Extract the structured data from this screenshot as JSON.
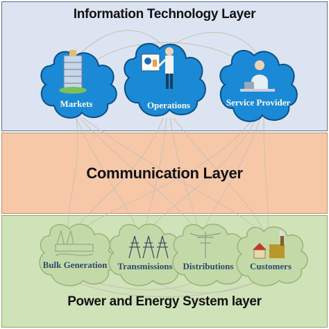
{
  "layers": {
    "it": {
      "title": "Information Technology Layer"
    },
    "communication": {
      "title": "Communication Layer"
    },
    "power": {
      "title": "Power and Energy System layer"
    }
  },
  "it_nodes": [
    {
      "label": "Markets",
      "icon": "building-icon"
    },
    {
      "label": "Operations",
      "icon": "presenter-icon"
    },
    {
      "label": "Service Provider",
      "icon": "service-person-icon"
    }
  ],
  "power_nodes": [
    {
      "label": "Bulk Generation",
      "icon": "power-plant-icon"
    },
    {
      "label": "Transmissions",
      "icon": "transmission-tower-icon"
    },
    {
      "label": "Distributions",
      "icon": "distribution-pole-icon"
    },
    {
      "label": "Customers",
      "icon": "house-factory-icon"
    }
  ],
  "colors": {
    "it_background": "#dde4f1",
    "communication_background": "#f7c8a8",
    "power_background": "#cfe2b8",
    "it_cloud": "#1a8ad6",
    "power_cloud": "#c3d9a8",
    "connector": "#c9c0b4"
  }
}
